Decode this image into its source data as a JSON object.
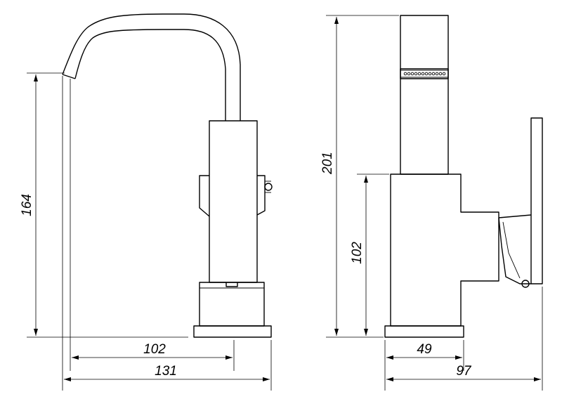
{
  "dimensions": {
    "front_height": "164",
    "front_spout_reach": "102",
    "front_overall_width": "131",
    "side_overall_height": "201",
    "side_body_height": "102",
    "side_base_depth": "49",
    "side_overall_depth": "97"
  }
}
